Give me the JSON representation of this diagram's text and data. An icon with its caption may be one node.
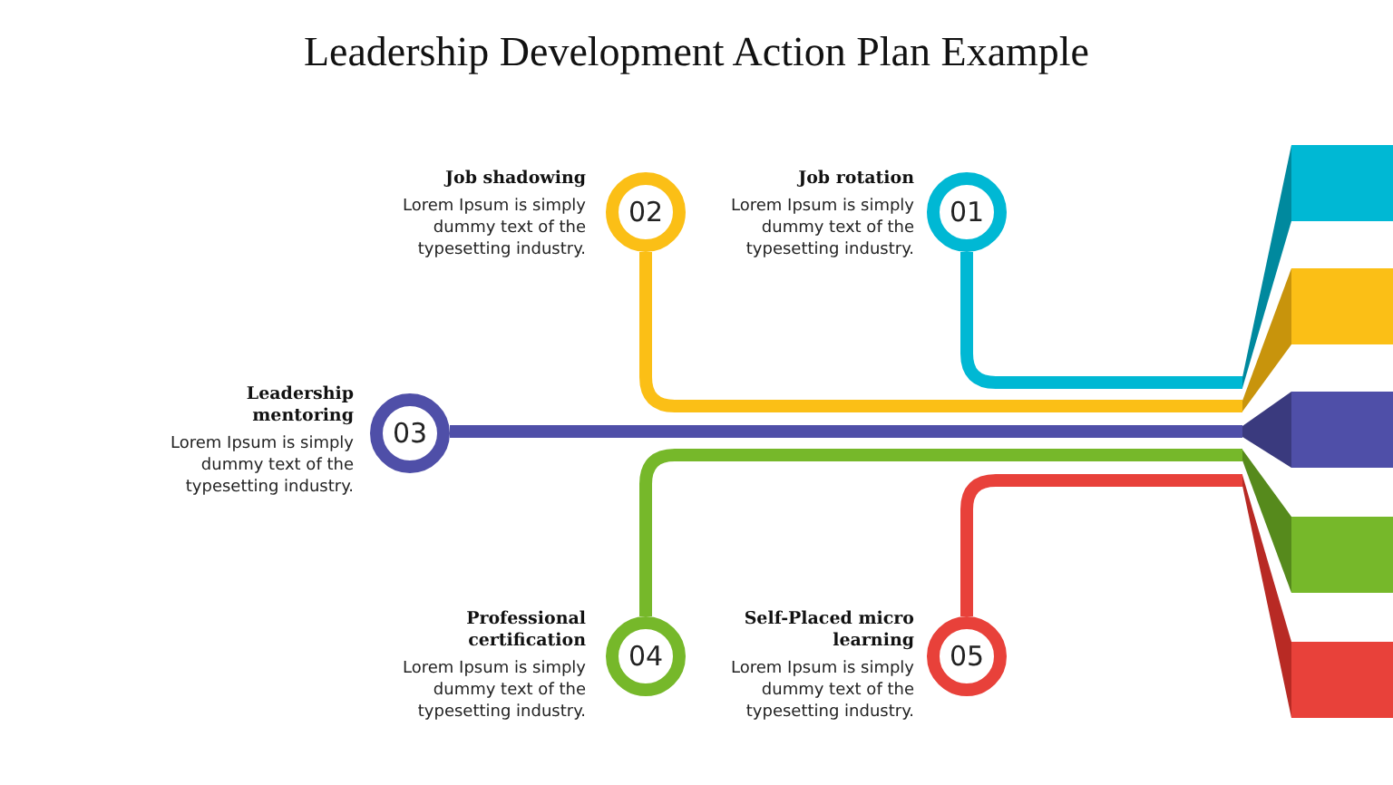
{
  "diagram": {
    "title": "Leadership Development Action Plan Example",
    "nodes": [
      {
        "text": [
          "02"
        ],
        "beside": [
          "Job shadowing",
          "Lorem Ipsum is simply dummy text of the typesetting industry."
        ]
      },
      {
        "text": [
          "01"
        ],
        "beside": [
          "Job rotation",
          "Lorem Ipsum is simply dummy text of the typesetting industry."
        ]
      },
      {
        "text": [
          "03"
        ],
        "beside": [
          "Leadership mentoring",
          "Lorem Ipsum is simply dummy text of the typesetting industry."
        ]
      },
      {
        "text": [
          "04"
        ],
        "beside": [
          "Professional certification",
          "Lorem Ipsum is simply dummy text of the typesetting industry."
        ]
      },
      {
        "text": [
          "05"
        ],
        "beside": [
          "Self-Placed micro learning",
          "Lorem Ipsum is simply dummy text of the typesetting industry."
        ]
      },
      {
        "text": [],
        "shape": "bar"
      },
      {
        "text": [],
        "shape": "bar"
      },
      {
        "text": [],
        "shape": "bar"
      },
      {
        "text": [],
        "shape": "bar"
      },
      {
        "text": [],
        "shape": "bar"
      }
    ],
    "edges": [
      {
        "from": 1,
        "to": 5,
        "arrow": "none",
        "color": "#00b8d4"
      },
      {
        "from": 0,
        "to": 6,
        "arrow": "none",
        "color": "#fbbf16"
      },
      {
        "from": 2,
        "to": 7,
        "arrow": "none",
        "color": "#4f4fa8"
      },
      {
        "from": 3,
        "to": 8,
        "arrow": "none",
        "color": "#76b82a"
      },
      {
        "from": 4,
        "to": 9,
        "arrow": "none",
        "color": "#e8413a"
      }
    ]
  }
}
